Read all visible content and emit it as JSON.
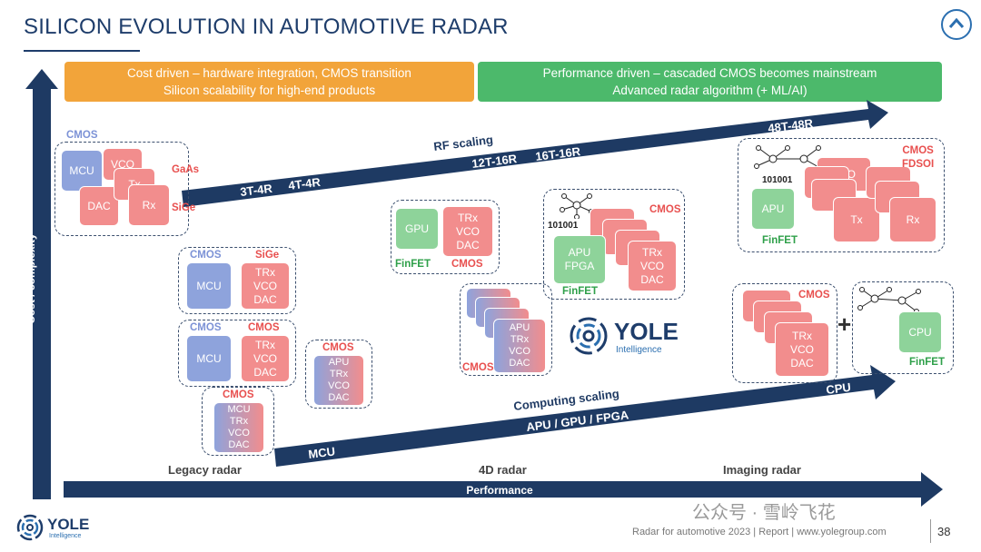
{
  "title": "SILICON EVOLUTION IN AUTOMOTIVE RADAR",
  "banners": {
    "left_line1": "Cost driven – hardware integration, CMOS transition",
    "left_line2": "Silicon scalability for high-end products",
    "right_line1": "Performance driven – cascaded CMOS becomes mainstream",
    "right_line2": "Advanced radar algorithm (+ ML/AI)"
  },
  "axes": {
    "y": "Cost / complexity",
    "x": "Performance"
  },
  "stages": {
    "legacy": "Legacy radar",
    "fourd": "4D radar",
    "imaging": "Imaging radar"
  },
  "rf_arrow": {
    "label": "RF scaling",
    "t1": "3T-4R",
    "t2": "4T-4R",
    "t3": "12T-16R",
    "t4": "16T-16R",
    "t5": "48T-48R"
  },
  "compute_arrow": {
    "label": "Computing scaling",
    "t1": "MCU",
    "t2": "APU / GPU / FPGA",
    "t3": "CPU"
  },
  "chips": {
    "cmos": "CMOS",
    "sige": "SiGe",
    "gaas": "GaAs",
    "finfet": "FinFET",
    "cmos_fdsoi": "CMOS\nFDSOI",
    "mcu": "MCU",
    "vco": "VCO",
    "tx": "Tx",
    "rx": "Rx",
    "dac": "DAC",
    "trx_vco_dac": "TRx\nVCO\nDAC",
    "mcu_trx_vco_dac": "MCU\nTRx\nVCO\nDAC",
    "apu_trx_vco_dac": "APU\nTRx\nVCO\nDAC",
    "gpu": "GPU",
    "apu_fpga": "APU\nFPGA",
    "apu": "APU",
    "cpu": "CPU",
    "tr": "TR",
    "binary": "101001"
  },
  "logo": {
    "name": "YOLE",
    "sub": "Intelligence"
  },
  "footer": "Radar for automotive 2023 | Report | www.yolegroup.com",
  "page": "38",
  "watermark": "公众号 · 雪岭飞花",
  "colors": {
    "navy": "#1f3a63",
    "orange": "#f2a43a",
    "green": "#4cb96b",
    "pink": "#f28d8d",
    "blue": "#8ea3dc"
  }
}
